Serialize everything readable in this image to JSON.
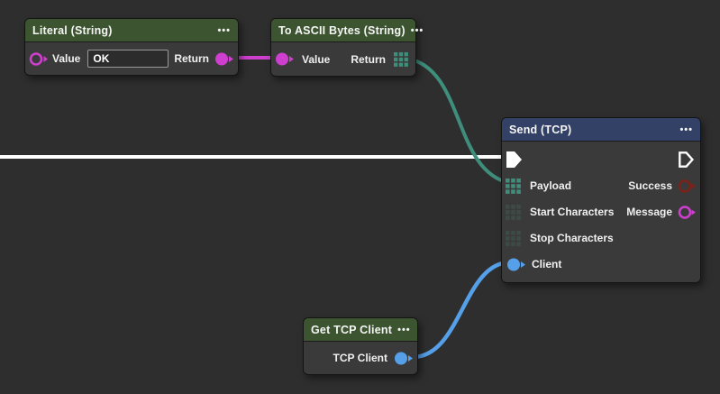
{
  "canvas": {
    "background": "#2e2e2e"
  },
  "colors": {
    "node_body": "#3a3a3a",
    "header_green": "#3c542f",
    "header_blue": "#334166",
    "magenta": "#cf3fcf",
    "teal": "#3f8e7c",
    "teal_dim": "#3d4b47",
    "blue": "#55a0e8",
    "dark_red": "#7c221a",
    "exec_white": "#ffffff"
  },
  "icons": {
    "menu": "ellipsis",
    "exec_pin": "pentagon-arrow",
    "data_port": "circle-with-tail",
    "bytes_port": "grid-3x3"
  },
  "wires": {
    "exec_color": "#ffffff",
    "string_color": "#cf3fcf",
    "bytes_color": "#3f8e7c",
    "client_color": "#55a0e8"
  },
  "nodes": {
    "literal": {
      "title": "Literal (String)",
      "menu": "•••",
      "value_label": "Value",
      "value_text": "OK",
      "return_label": "Return"
    },
    "to_ascii": {
      "title": "To ASCII Bytes (String)",
      "menu": "•••",
      "value_label": "Value",
      "return_label": "Return"
    },
    "send_tcp": {
      "title": "Send (TCP)",
      "menu": "•••",
      "payload_label": "Payload",
      "success_label": "Success",
      "start_label": "Start Characters",
      "message_label": "Message",
      "stop_label": "Stop Characters",
      "client_label": "Client"
    },
    "get_client": {
      "title": "Get TCP Client",
      "menu": "•••",
      "output_label": "TCP Client"
    }
  }
}
